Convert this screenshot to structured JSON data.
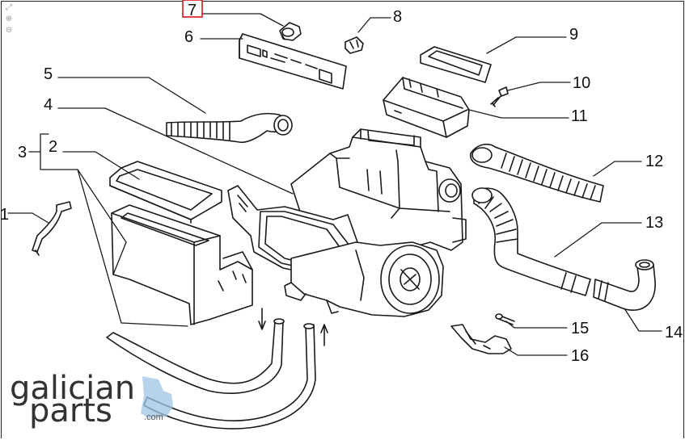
{
  "toolbar": {
    "tools": [
      {
        "name": "fit-icon",
        "glyph": "⤢"
      },
      {
        "name": "zoom-in-icon",
        "glyph": "⊕"
      },
      {
        "name": "zoom-out-icon",
        "glyph": "⊖"
      }
    ]
  },
  "diagram": {
    "highlight_color": "#e0101a",
    "line_color": "#1a1a1a",
    "callouts": {
      "c1": "1",
      "c2": "2",
      "c3": "3",
      "c4": "4",
      "c5": "5",
      "c6": "6",
      "c7": "7",
      "c8": "8",
      "c9": "9",
      "c10": "10",
      "c11": "11",
      "c12": "12",
      "c13": "13",
      "c14": "14",
      "c15": "15",
      "c16": "16"
    },
    "selected_callout": "7"
  },
  "watermark": {
    "line1": "galician",
    "line2": "parts",
    "suffix": ".com",
    "accent_color": "#9fc4e6"
  }
}
